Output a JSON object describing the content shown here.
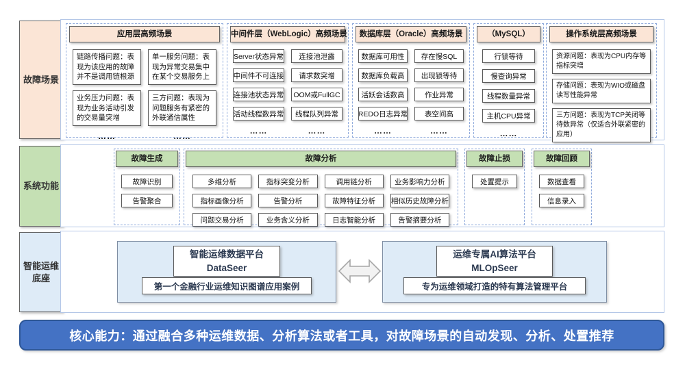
{
  "colors": {
    "peach": "#FBE5D6",
    "green": "#C5E0B4",
    "light_blue": "#DEEBF7",
    "banner_blue": "#4472C4",
    "dashed_border": "#8FAADC",
    "container_border": "#B4C7E7"
  },
  "row1": {
    "label": "故障场景",
    "sections": [
      {
        "title": "应用层高频场景",
        "layout": "grid2-desc",
        "items": [
          "链路传播问题：表现为该应用的故障并不是调用链根源",
          "单一服务问题：表现为异常交易集中在某个交易服务上",
          "业务压力问题：表现为业务活动引发的交易量突增",
          "三方问题：表现为问题服务有紧密的外联通信属性"
        ],
        "dots": [
          "……",
          "……"
        ]
      },
      {
        "title": "中间件层（WebLogic）高频场景",
        "layout": "grid2",
        "items": [
          "Server状态异常",
          "连接池泄露",
          "中间件不可连接",
          "请求数突增",
          "连接池状态异常",
          "OOM或FullGC",
          "活动线程数异常",
          "线程队列异常"
        ],
        "dots": [
          "……",
          "……"
        ]
      },
      {
        "title": "数据库层（Oracle）高频场景",
        "layout": "grid2",
        "items": [
          "数据库可用性",
          "存在慢SQL",
          "数据库负载高",
          "出现锁等待",
          "活跃会话数高",
          "作业异常",
          "REDO日志异常",
          "表空间高"
        ],
        "dots": [
          "……",
          "……"
        ]
      },
      {
        "title": "（MySQL）",
        "layout": "grid1",
        "items": [
          "行锁等待",
          "慢查询异常",
          "线程数量异常",
          "主机CPU异常"
        ],
        "dots": [
          "……"
        ]
      },
      {
        "title": "操作系统层高频场景",
        "layout": "grid1-desc",
        "items": [
          "资源问题：表现为CPU内存等指标突增",
          "存储问题：表现为WIO或磁盘读写性能异常",
          "三方问题：表现为TCP关闭等待数异常（仅适合外联紧密的应用）"
        ],
        "dots": [
          "……"
        ]
      }
    ]
  },
  "row2": {
    "label": "系统功能",
    "sections": [
      {
        "title": "故障生成",
        "cols": 1,
        "items": [
          "故障识别",
          "告警聚合"
        ]
      },
      {
        "title": "故障分析",
        "cols": 4,
        "items": [
          "多维分析",
          "指标突变分析",
          "调用链分析",
          "业务影响力分析",
          "指标画像分析",
          "告警分析",
          "故障特征分析",
          "相似历史故障分析",
          "问题交易分析",
          "业务含义分析",
          "日志智能分析",
          "告警摘要分析"
        ]
      },
      {
        "title": "故障止损",
        "cols": 1,
        "items": [
          "处置提示"
        ]
      },
      {
        "title": "故障回顾",
        "cols": 1,
        "items": [
          "数据查看",
          "信息录入"
        ]
      }
    ]
  },
  "row3": {
    "label": "智能运维\n底座",
    "platforms": [
      {
        "name": "智能运维数据平台",
        "code": "DataSeer",
        "desc": "第一个金融行业运维知识图谱应用案例"
      },
      {
        "name": "运维专属AI算法平台",
        "code": "MLOpSeer",
        "desc": "专为运维领域打造的特有算法管理平台"
      }
    ]
  },
  "banner": {
    "text": "核心能力：通过融合多种运维数据、分析算法或者工具，对故障场景的自动发现、分析、处置推荐"
  }
}
